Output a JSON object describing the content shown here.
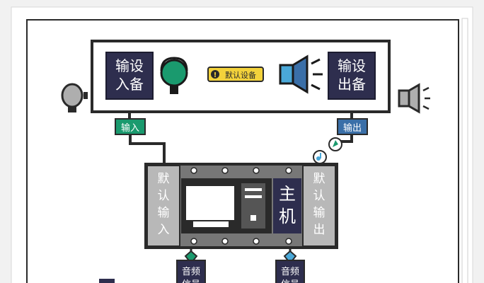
{
  "panel": {
    "input_device_label": "输设入备",
    "output_device_label": "输设出备",
    "default_device_badge": "默认设备"
  },
  "ports": {
    "input_tag": "输入",
    "output_tag": "输出"
  },
  "host": {
    "label": "主机",
    "left_side_label": "默认输入",
    "right_side_label": "默认输出"
  },
  "bottom": {
    "left_tag": "音频信号",
    "right_tag": "音频信号"
  },
  "colors": {
    "navy": "#2e2e4e",
    "green": "#1a9a6e",
    "blue": "#3a6fa8",
    "cyan": "#4aa8d8",
    "gray": "#aeaeae",
    "dark": "#2a2a2a",
    "yellow": "#f3d23b"
  },
  "icons": {
    "microphone_gray": "microphone-icon",
    "headset_green": "headset-icon",
    "speaker_blue": "speaker-icon",
    "speaker_gray": "speaker-icon",
    "music_note": "music-note-icon",
    "warning": "warning-icon"
  }
}
